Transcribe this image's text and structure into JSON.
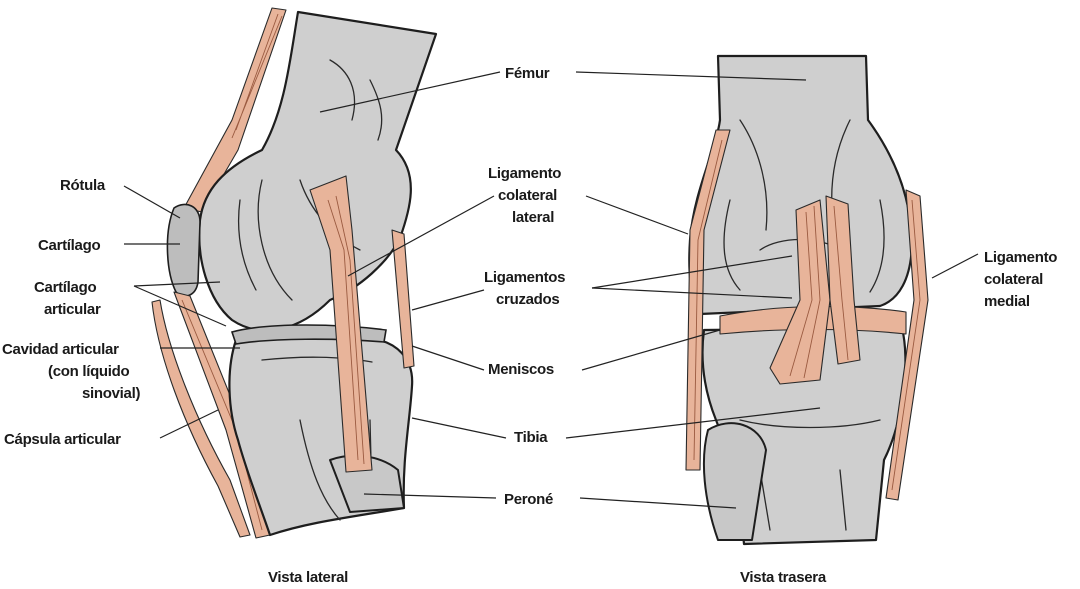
{
  "labels": {
    "femur": "Fémur",
    "rotula": "Rótula",
    "cartilago": "Cartílago",
    "cartilago_articular_1": "Cartílago",
    "cartilago_articular_2": "articular",
    "cavidad_1": "Cavidad articular",
    "cavidad_2": "(con líquido",
    "cavidad_3": "sinovial)",
    "capsula": "Cápsula articular",
    "lig_colateral_lateral_1": "Ligamento",
    "lig_colateral_lateral_2": "colateral",
    "lig_colateral_lateral_3": "lateral",
    "lig_cruzados_1": "Ligamentos",
    "lig_cruzados_2": "cruzados",
    "meniscos": "Meniscos",
    "tibia": "Tibia",
    "perone": "Peroné",
    "lig_colateral_medial_1": "Ligamento",
    "lig_colateral_medial_2": "colateral",
    "lig_colateral_medial_3": "medial"
  },
  "captions": {
    "lateral": "Vista lateral",
    "trasera": "Vista trasera"
  },
  "colors": {
    "bone": "#cfcfcf",
    "ligament": "#e8b49a",
    "outline": "#1e1e1e"
  }
}
